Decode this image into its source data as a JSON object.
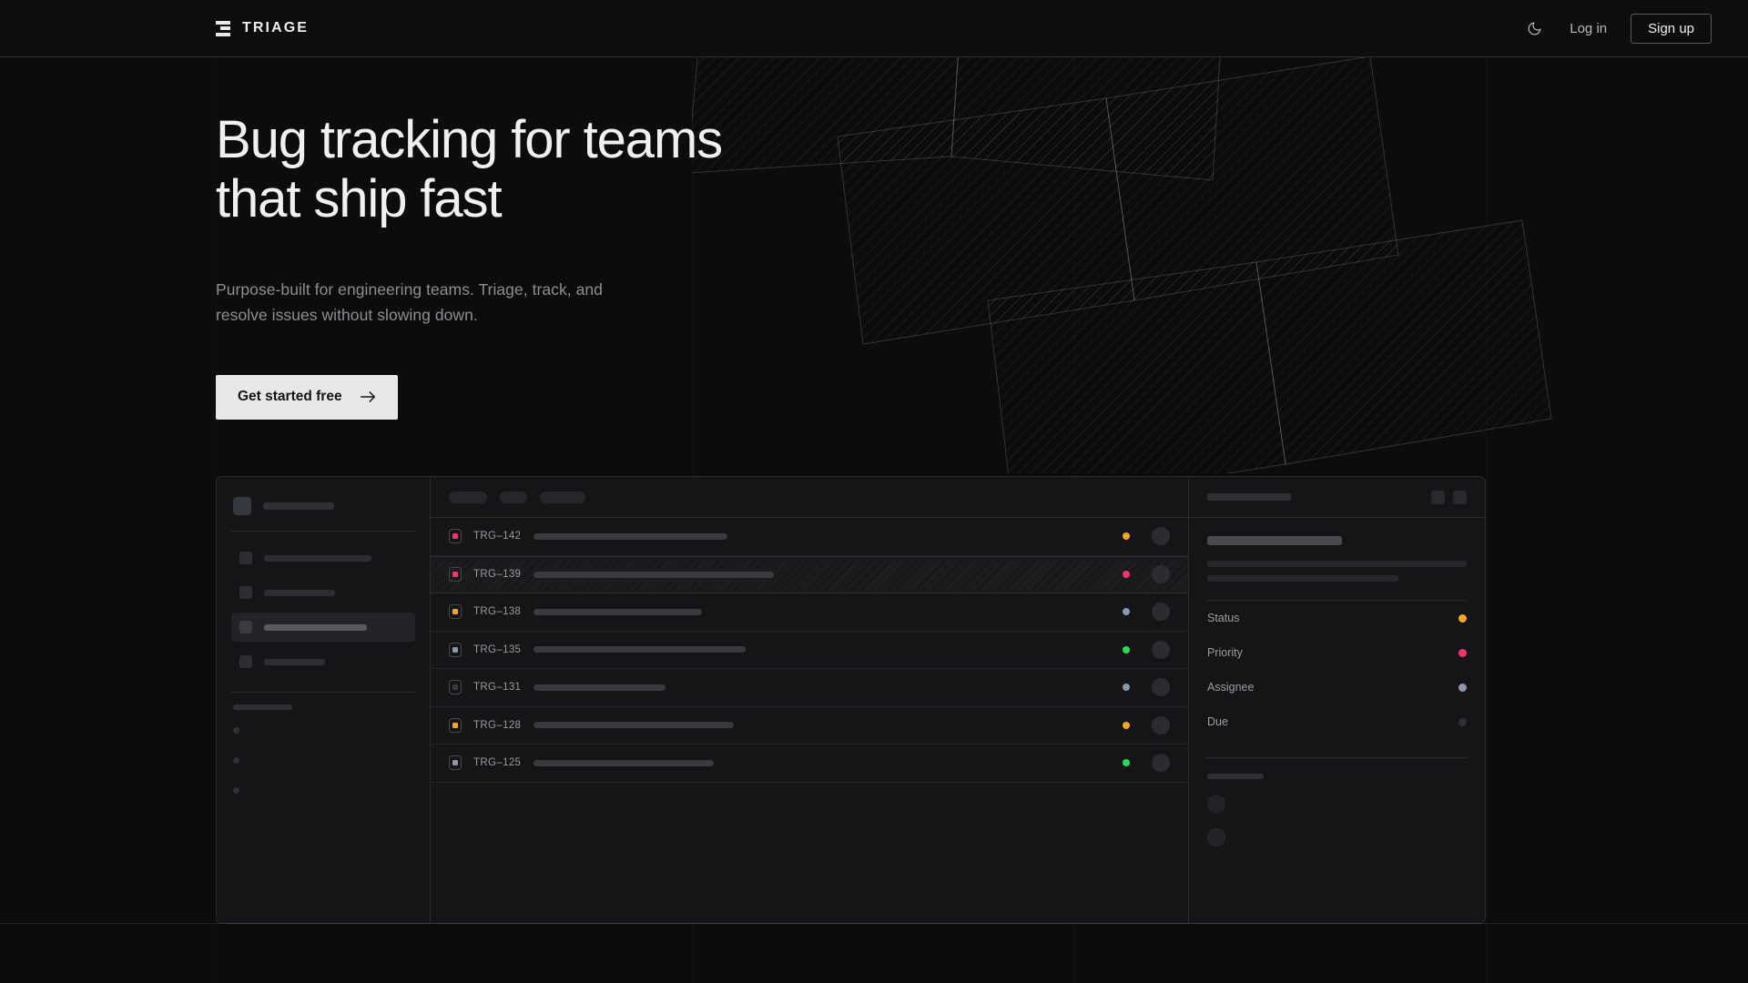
{
  "brand": {
    "name": "TRIAGE",
    "mark_icon": "triage-bars-icon"
  },
  "header": {
    "theme_toggle_icon": "moon-icon",
    "login_label": "Log in",
    "signup_label": "Sign up"
  },
  "hero": {
    "headline": "Bug tracking for teams\nthat ship fast",
    "subhead": "Purpose-built for engineering teams. Triage, track, and\nresolve issues without slowing down.",
    "cta_label": "Get started free",
    "cta_icon": "arrow-right-icon"
  },
  "colors": {
    "page_bg": "#0c0c0d",
    "panel_bg": "#151517",
    "border": "#2a2a2d",
    "accent_amber": "#f5a623",
    "accent_pink": "#f0366a",
    "accent_slate": "#8b98ad",
    "accent_green": "#22dd55",
    "accent_muted": "#3a3a3e",
    "cta_bg": "#e8e8e8",
    "text_primary": "#f0f0f1",
    "text_muted": "#8e8e92"
  },
  "app": {
    "sidebar": {
      "logo_icon": "workspace-avatar-icon",
      "workspace_label_width": 78,
      "items": [
        {
          "name": "sidebar-item-1",
          "width": 118,
          "active": false
        },
        {
          "name": "sidebar-item-2",
          "width": 78,
          "active": false
        },
        {
          "name": "sidebar-item-3",
          "width": 113,
          "active": true
        },
        {
          "name": "sidebar-item-4",
          "width": 67,
          "active": false
        }
      ],
      "section_label_width": 65,
      "sub_items": [
        {
          "name": "sidebar-subitem-1"
        },
        {
          "name": "sidebar-subitem-2"
        },
        {
          "name": "sidebar-subitem-3"
        }
      ]
    },
    "list": {
      "filters": [
        {
          "name": "filter-chip-status",
          "width": 42
        },
        {
          "name": "filter-chip-assignee",
          "width": 30
        },
        {
          "name": "filter-chip-label",
          "width": 50
        }
      ],
      "columns": [
        "priority",
        "id",
        "title",
        "status",
        "assignee"
      ],
      "rows": [
        {
          "id": "TRG–142",
          "priority_color": "#f0366a",
          "title_width": 213,
          "status_color": "#f5a623",
          "selected": false
        },
        {
          "id": "TRG–139",
          "priority_color": "#f0366a",
          "title_width": 264,
          "status_color": "#f0366a",
          "selected": true
        },
        {
          "id": "TRG–138",
          "priority_color": "#f5a623",
          "title_width": 185,
          "status_color": "#8b98ad",
          "selected": false
        },
        {
          "id": "TRG–135",
          "priority_color": "#8b98ad",
          "title_width": 233,
          "status_color": "#22dd55",
          "selected": false
        },
        {
          "id": "TRG–131",
          "priority_color": "#3a3a3e",
          "title_width": 145,
          "status_color": "#8b98ad",
          "selected": false
        },
        {
          "id": "TRG–128",
          "priority_color": "#f5a623",
          "title_width": 220,
          "status_color": "#f5a623",
          "selected": false
        },
        {
          "id": "TRG–125",
          "priority_color": "#8b98ad",
          "title_width": 198,
          "status_color": "#22dd55",
          "selected": false
        }
      ]
    },
    "detail": {
      "title_skeleton_width": 92,
      "action_buttons": [
        {
          "name": "detail-action-share"
        },
        {
          "name": "detail-action-more"
        }
      ],
      "heading_skeleton_width": 148,
      "body_skeleton_widths": [
        285,
        210
      ],
      "meta": [
        {
          "label": "Status",
          "dot_color": "#f5a623"
        },
        {
          "label": "Priority",
          "dot_color": "#f0366a"
        },
        {
          "label": "Assignee",
          "dot_color": "#8b98ad"
        },
        {
          "label": "Due",
          "dot_color": "#2f2f33"
        }
      ],
      "activity_label_width": 62,
      "comments": [
        {
          "name": "comment-1"
        },
        {
          "name": "comment-2"
        }
      ]
    }
  }
}
